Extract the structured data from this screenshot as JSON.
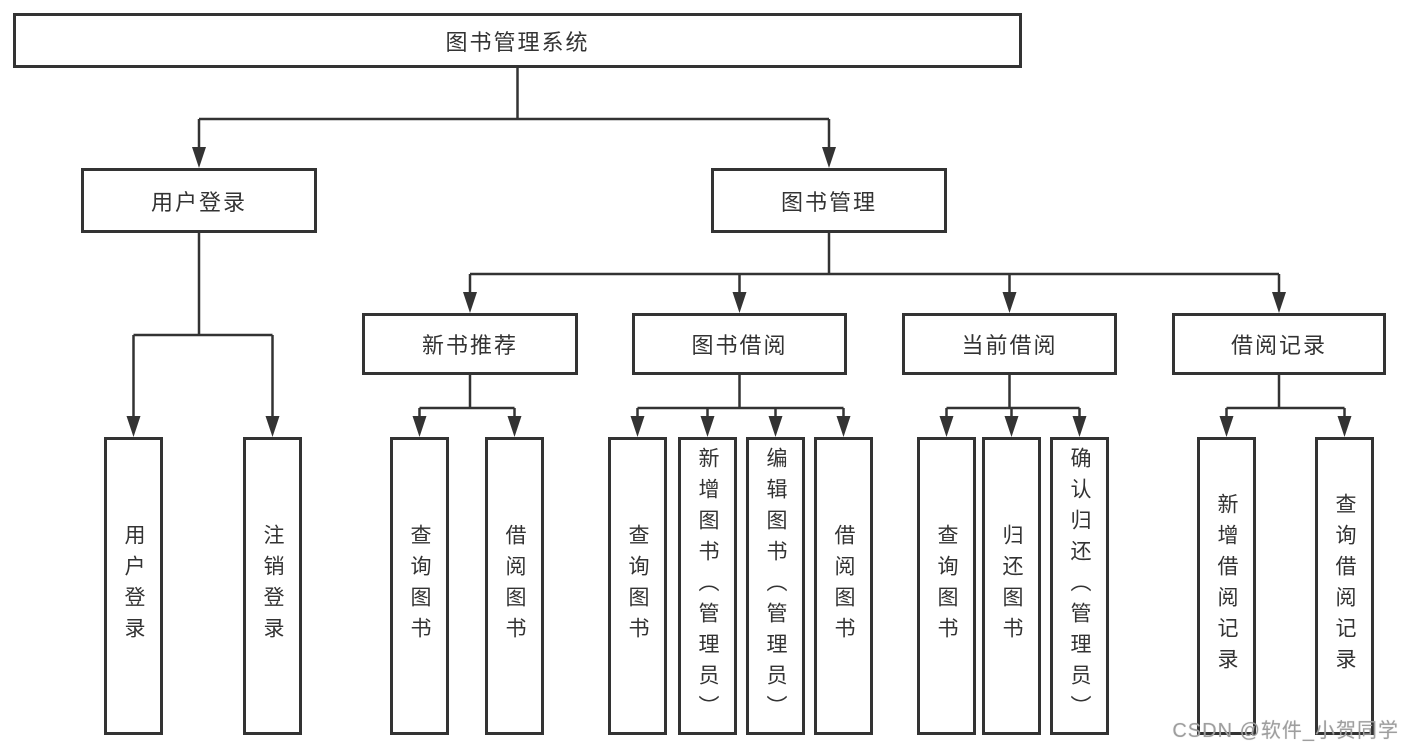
{
  "colors": {
    "line": "#333333",
    "box_border": "#333333",
    "text": "#333333",
    "watermark": "#9e9e9e",
    "background": "#ffffff"
  },
  "watermark": {
    "text": "CSDN @软件_小贺同学"
  },
  "tree": {
    "root": {
      "label": "图书管理系统"
    },
    "branches": [
      {
        "label": "用户登录",
        "children": [
          {
            "label": "用户登录"
          },
          {
            "label": "注销登录"
          }
        ]
      },
      {
        "label": "图书管理",
        "children": [
          {
            "label": "新书推荐",
            "children": [
              {
                "label": "查询图书"
              },
              {
                "label": "借阅图书"
              }
            ]
          },
          {
            "label": "图书借阅",
            "children": [
              {
                "label": "查询图书"
              },
              {
                "label": "新增图书（管理员）"
              },
              {
                "label": "编辑图书（管理员）"
              },
              {
                "label": "借阅图书"
              }
            ]
          },
          {
            "label": "当前借阅",
            "children": [
              {
                "label": "查询图书"
              },
              {
                "label": "归还图书"
              },
              {
                "label": "确认归还（管理员）"
              }
            ]
          },
          {
            "label": "借阅记录",
            "children": [
              {
                "label": "新增借阅记录"
              },
              {
                "label": "查询借阅记录"
              }
            ]
          }
        ]
      }
    ]
  }
}
